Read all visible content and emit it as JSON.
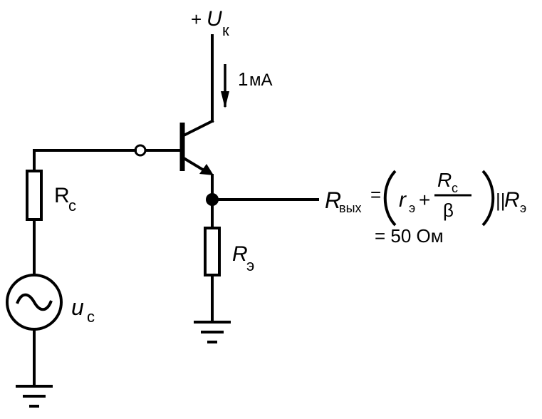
{
  "supply": {
    "sign": "+",
    "symbol": "U",
    "subscript": "к"
  },
  "current": {
    "value": "1",
    "unit": "мА"
  },
  "source_resistor": {
    "symbol": "R",
    "subscript": "с"
  },
  "source": {
    "symbol": "u",
    "subscript": "с"
  },
  "emitter_resistor": {
    "symbol": "R",
    "subscript": "э"
  },
  "formula": {
    "lhs_symbol": "R",
    "lhs_subscript": "вых",
    "equals": "=",
    "re_symbol": "r",
    "re_subscript": "э",
    "plus": "+",
    "num_symbol": "R",
    "num_subscript": "с",
    "denominator": "β",
    "parallel": "||",
    "rhs_symbol": "R",
    "rhs_subscript": "э",
    "result": "= 50 Ом"
  }
}
